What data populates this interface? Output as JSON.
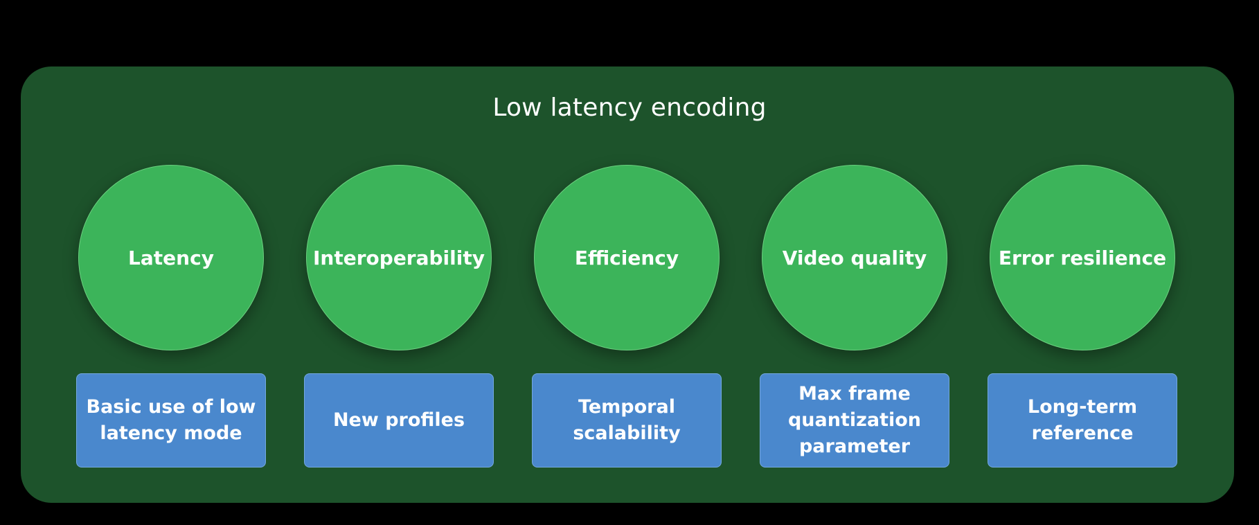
{
  "title": "Low latency encoding",
  "pillars": [
    {
      "name": "Latency",
      "feature": "Basic use of low latency mode"
    },
    {
      "name": "Interoperability",
      "feature": "New profiles"
    },
    {
      "name": "Efficiency",
      "feature": "Temporal scalability"
    },
    {
      "name": "Video quality",
      "feature": "Max frame quantization parameter"
    },
    {
      "name": "Error resilience",
      "feature": "Long-term reference"
    }
  ],
  "colors": {
    "background": "#000000",
    "panel": "#1d532b",
    "circle": "#3cb45a",
    "box": "#4a88cd",
    "text": "#ffffff"
  }
}
